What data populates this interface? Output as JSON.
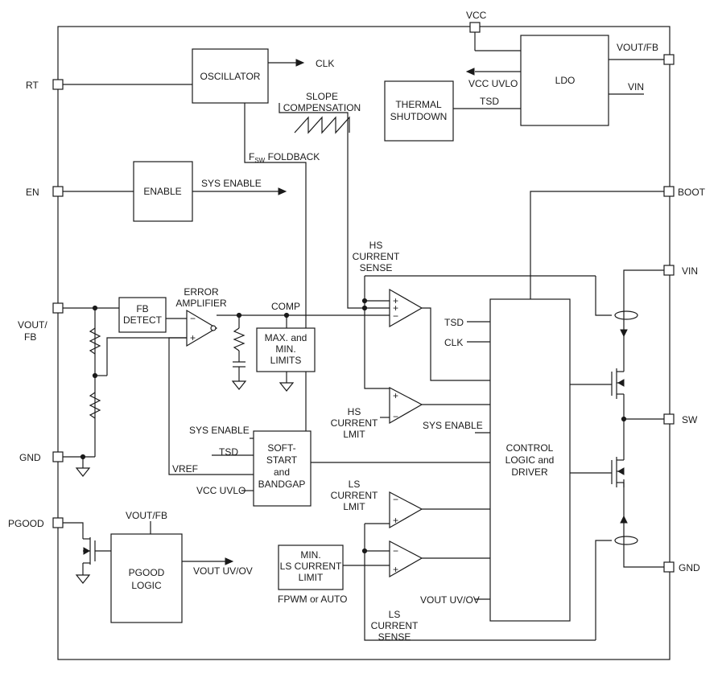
{
  "pins": {
    "vcc": "VCC",
    "vout_fb_right": "VOUT/FB",
    "rt": "RT",
    "en": "EN",
    "vout_fb_left_1": "VOUT/",
    "vout_fb_left_2": "FB",
    "gnd_left": "GND",
    "pgood": "PGOOD",
    "boot": "BOOT",
    "vin": "VIN",
    "sw": "SW",
    "gnd_right": "GND"
  },
  "blocks": {
    "oscillator": "OSCILLATOR",
    "ldo": "LDO",
    "thermal_1": "THERMAL",
    "thermal_2": "SHUTDOWN",
    "enable": "ENABLE",
    "fb_detect_1": "FB",
    "fb_detect_2": "DETECT",
    "maxmin_1": "MAX. and",
    "maxmin_2": "MIN.",
    "maxmin_3": "LIMITS",
    "softstart_1": "SOFT-",
    "softstart_2": "START",
    "softstart_3": "and",
    "softstart_4": "BANDGAP",
    "pgood_1": "PGOOD",
    "pgood_2": "LOGIC",
    "minls_1": "MIN.",
    "minls_2": "LS CURRENT",
    "minls_3": "LIMIT",
    "control_1": "CONTROL",
    "control_2": "LOGIC and",
    "control_3": "DRIVER"
  },
  "labels": {
    "clk_out": "CLK",
    "vcc_uvlo_out": "VCC UVLO",
    "ldo_vin": "VIN",
    "tsd_thermal": "TSD",
    "slope_1": "SLOPE",
    "slope_2": "COMPENSATION",
    "fsw_f": "F",
    "fsw_sub": "SW",
    "fsw_rest": " FOLDBACK",
    "sys_enable_out": "SYS ENABLE",
    "error_amp_1": "ERROR",
    "error_amp_2": "AMPLIFIER",
    "comp": "COMP",
    "hs_sense_1": "HS",
    "hs_sense_2": "CURRENT",
    "hs_sense_3": "SENSE",
    "tsd_ctrl": "TSD",
    "clk_ctrl": "CLK",
    "hs_limit_1": "HS",
    "hs_limit_2": "CURRENT",
    "hs_limit_3": "LMIT",
    "sys_enable_ctrl": "SYS ENABLE",
    "sys_enable_ss": "SYS ENABLE",
    "tsd_ss": "TSD",
    "vref": "VREF",
    "vcc_uvlo_ss": "VCC UVLO",
    "ls_limit_1": "LS",
    "ls_limit_2": "CURRENT",
    "ls_limit_3": "LMIT",
    "pgood_voutfb": "VOUT/FB",
    "vout_uvov_out": "VOUT UV/OV",
    "fpwm": "FPWM or AUTO",
    "vout_uvov_ctrl": "VOUT UV/OV",
    "ls_sense_1": "LS",
    "ls_sense_2": "CURRENT",
    "ls_sense_3": "SENSE",
    "plus": "+",
    "minus": "−"
  }
}
